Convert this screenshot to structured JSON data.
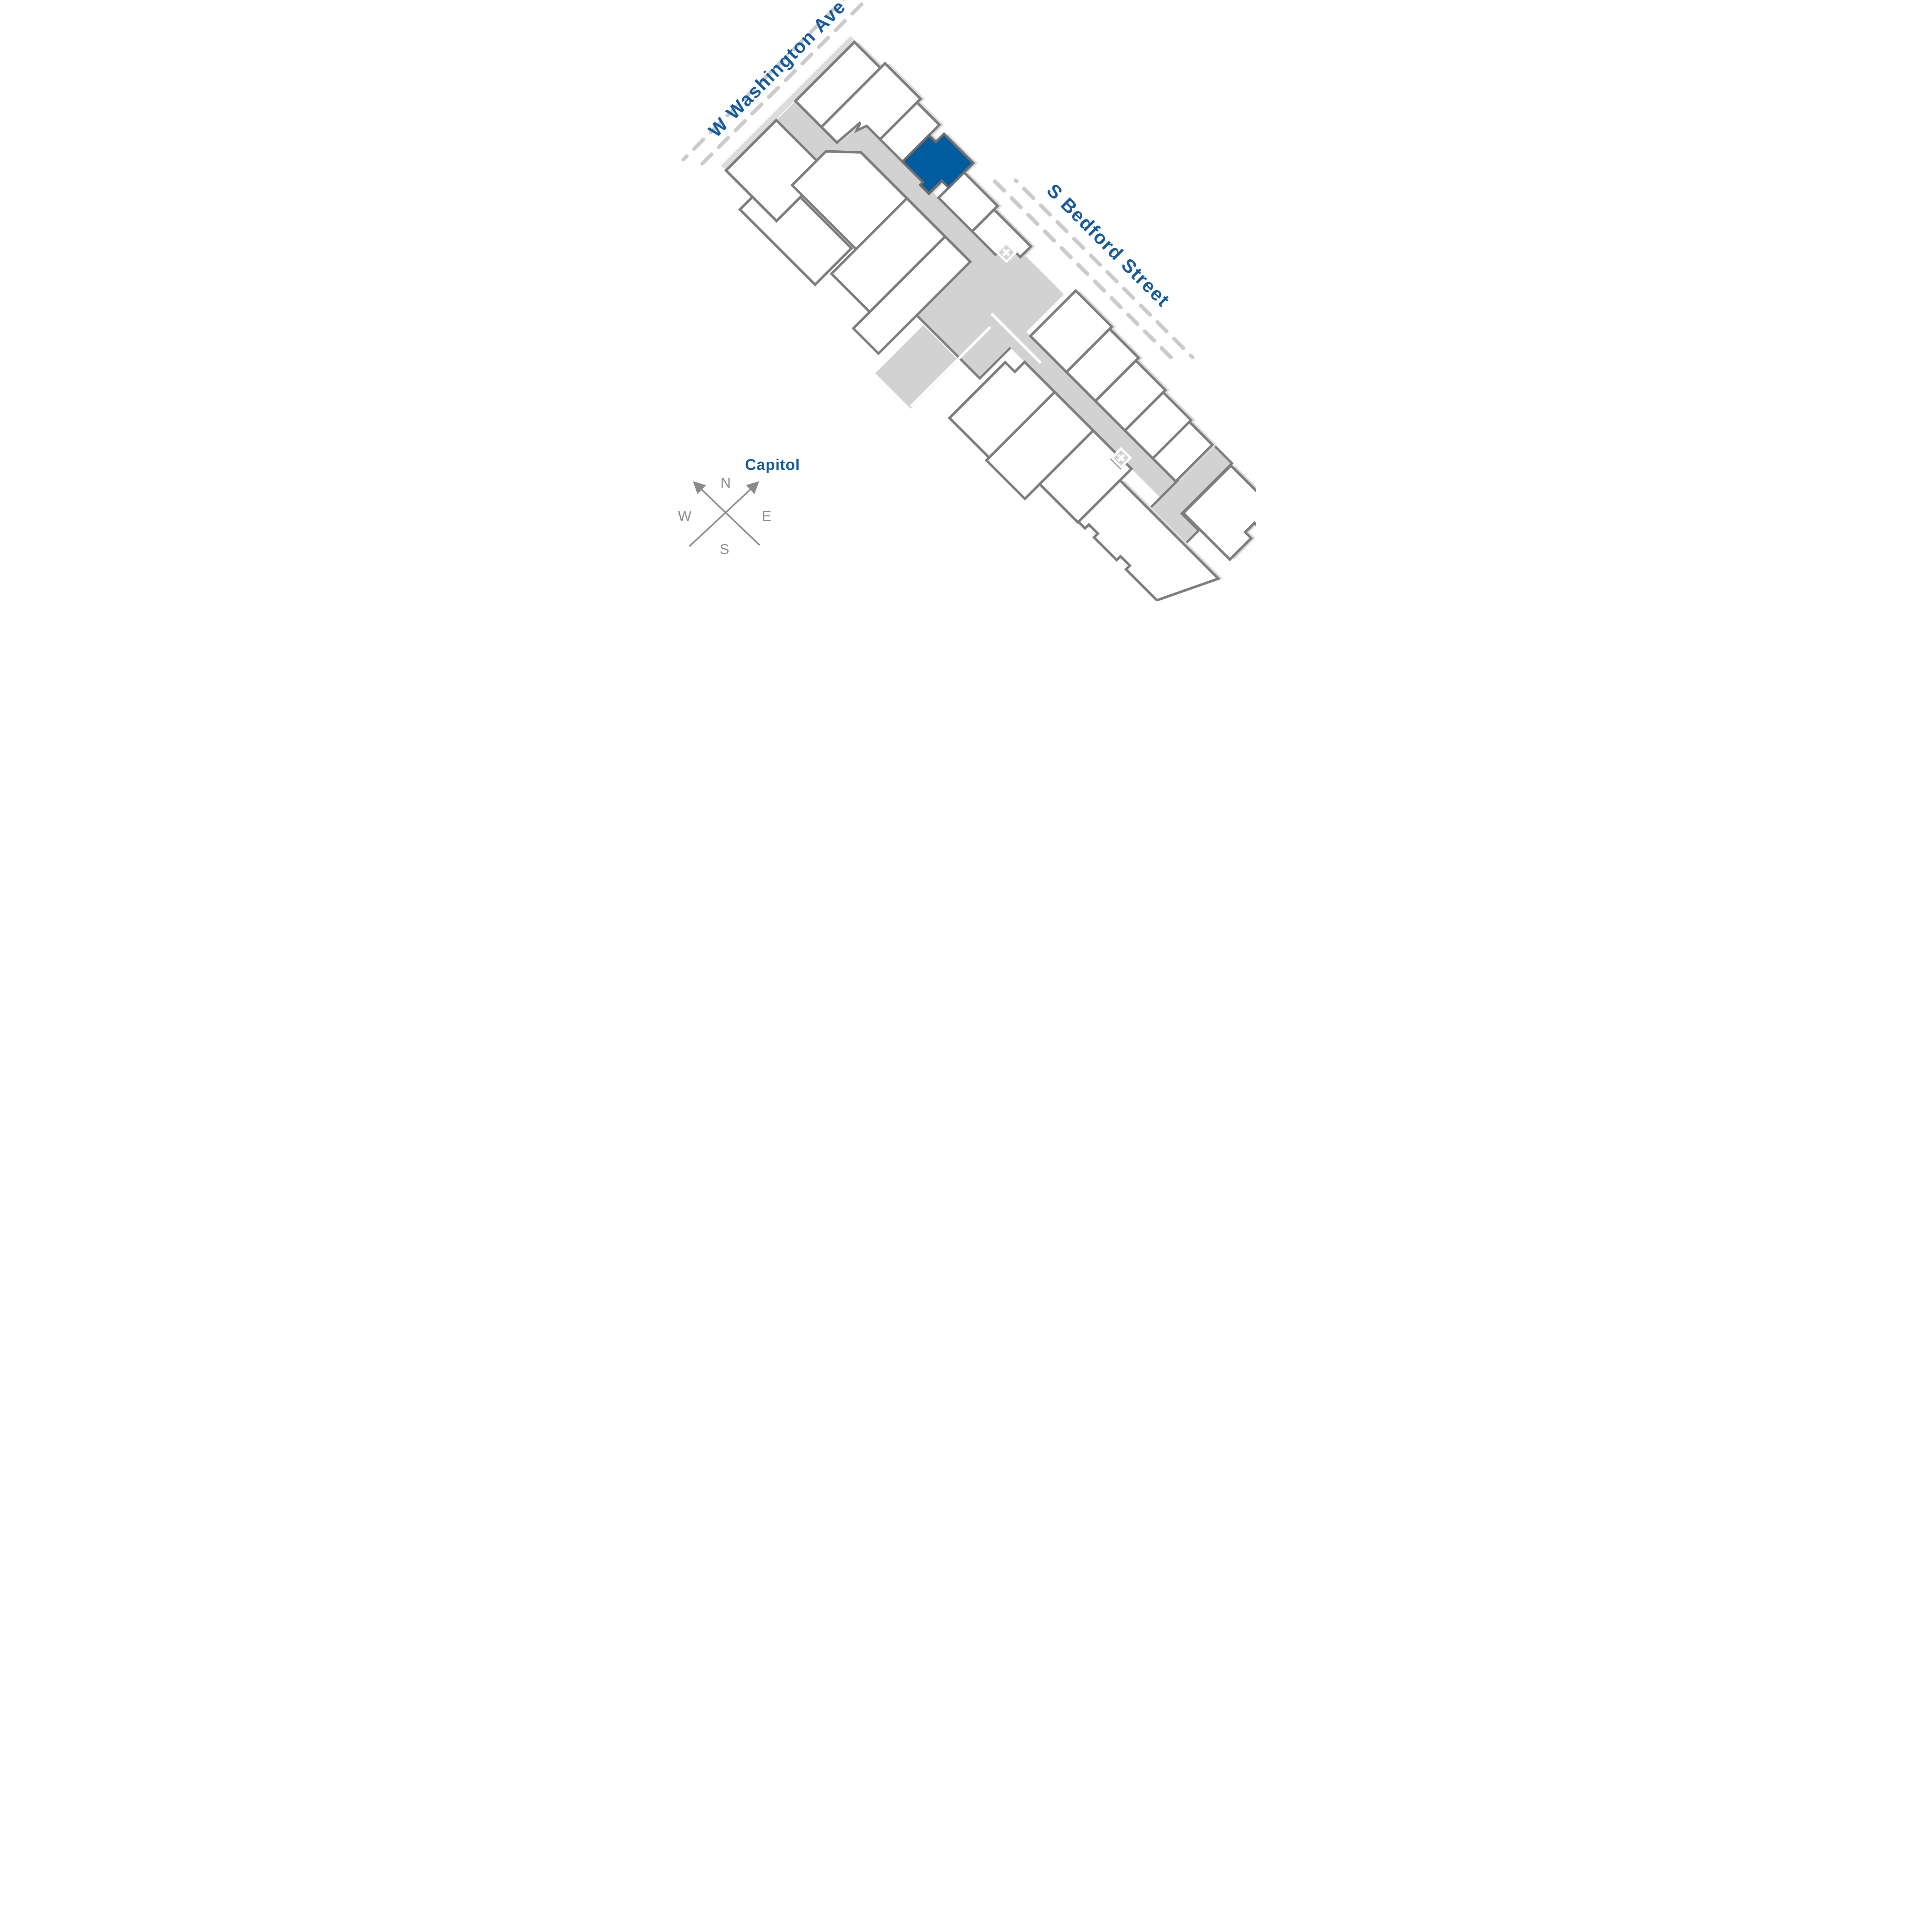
{
  "map": {
    "type": "community-site-plan",
    "streets": {
      "washington": "W Washington Ave",
      "bedford": "S Bedford Street"
    },
    "compass": {
      "north": "N",
      "east": "E",
      "south": "S",
      "west": "W",
      "poi_label": "Capitol"
    },
    "markers": {
      "symbol": "X",
      "count": 2,
      "locations": [
        "upper building walkway",
        "lower building walkway"
      ]
    },
    "buildings": {
      "upper_wing": {
        "north_row_units": 6,
        "south_row_units": 5
      },
      "lower_wing": {
        "north_row_units": 6,
        "south_row_units": 4
      },
      "highlighted_unit": {
        "building": "upper_wing",
        "row": "north",
        "position_from_street": 4,
        "color": "#005c9f"
      }
    },
    "colors": {
      "highlight_blue": "#005c9f",
      "label_blue": "#155a9c",
      "walkway_gray": "#d2d2d2",
      "outline_gray": "#7d7d7d",
      "street_dash_gray": "#cbcbcb",
      "compass_gray": "#8a8a8a",
      "shadow_gray": "#dcdcdc",
      "background": "#ffffff"
    }
  }
}
